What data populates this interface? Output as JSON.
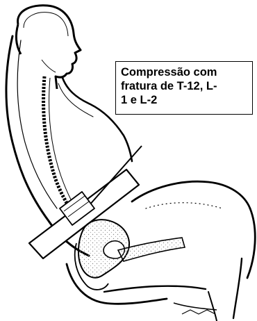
{
  "caption": {
    "line1": "Compressão com",
    "line2": "fratura de T-12, L-",
    "line3": "1 e L-2"
  },
  "colors": {
    "ink": "#000000",
    "paper": "#ffffff",
    "shading": "#bdbdbd"
  }
}
